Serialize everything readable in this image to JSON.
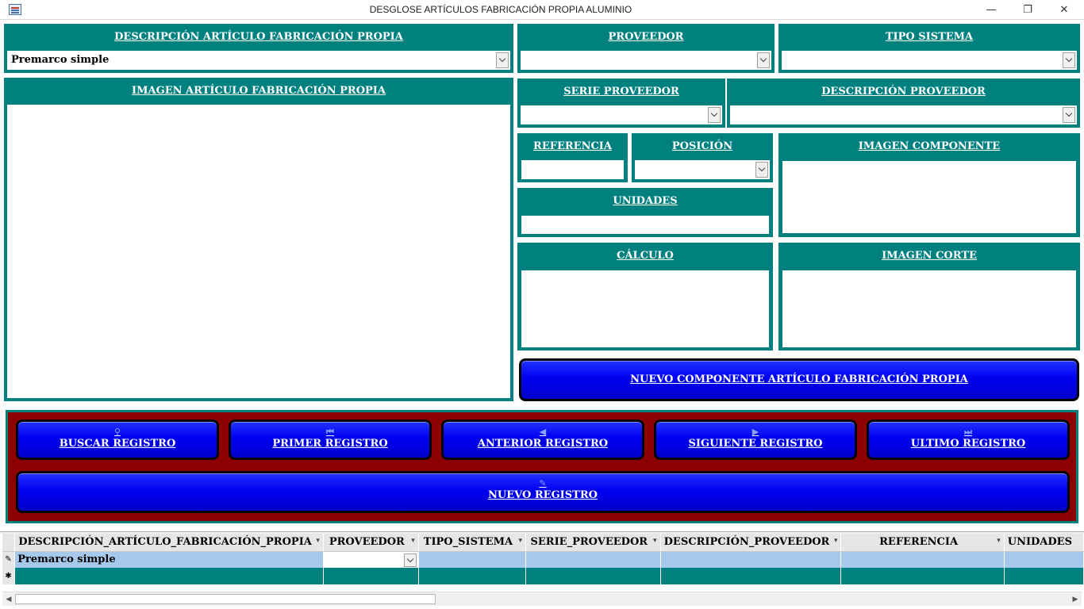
{
  "window": {
    "title": "DESGLOSE ARTÍCULOS FABRICACIÓN PROPIA ALUMINIO",
    "minimize_glyph": "—",
    "restore_glyph": "❐",
    "close_glyph": "✕"
  },
  "form": {
    "descripcion": {
      "label": "DESCRIPCIÓN  ARTÍCULO  FABRICACIÓN  PROPIA",
      "value": "Premarco simple"
    },
    "proveedor": {
      "label": "PROVEEDOR",
      "value": ""
    },
    "tipo_sistema": {
      "label": "TIPO  SISTEMA",
      "value": ""
    },
    "imagen_articulo": {
      "label": "IMAGEN  ARTÍCULO  FABRICACIÓN  PROPIA"
    },
    "serie_proveedor": {
      "label": "SERIE  PROVEEDOR",
      "value": ""
    },
    "descripcion_proveedor": {
      "label": "DESCRIPCIÓN  PROVEEDOR",
      "value": ""
    },
    "referencia": {
      "label": "REFERENCIA",
      "value": ""
    },
    "posicion": {
      "label": "POSICIÓN",
      "value": ""
    },
    "imagen_componente": {
      "label": "IMAGEN  COMPONENTE"
    },
    "unidades": {
      "label": "UNIDADES",
      "value": ""
    },
    "calculo": {
      "label": "CÁLCULO",
      "value": ""
    },
    "imagen_corte": {
      "label": "IMAGEN  CORTE"
    },
    "nuevo_componente_label": "NUEVO  COMPONENTE  ARTÍCULO  FABRICACIÓN  PROPIA"
  },
  "navigation": {
    "buscar": {
      "label": "BUSCAR  REGISTRO",
      "icon": "search-icon",
      "glyph": "⚲"
    },
    "primer": {
      "label": "PRIMER  REGISTRO",
      "icon": "first-record-icon",
      "glyph": "⏮"
    },
    "anterior": {
      "label": "ANTERIOR  REGISTRO",
      "icon": "previous-record-icon",
      "glyph": "◀"
    },
    "siguiente": {
      "label": "SIGUIENTE  REGISTRO",
      "icon": "next-record-icon",
      "glyph": "▶"
    },
    "ultimo": {
      "label": "ULTIMO  REGISTRO",
      "icon": "last-record-icon",
      "glyph": "⏭"
    },
    "nuevo": {
      "label": "NUEVO  REGISTRO",
      "icon": "pencil-icon",
      "glyph": "✎"
    }
  },
  "datasheet": {
    "columns": [
      "DESCRIPCIÓN_ARTÍCULO_FABRICACIÓN_PROPIA",
      "PROVEEDOR",
      "TIPO_SISTEMA",
      "SERIE_PROVEEDOR",
      "DESCRIPCIÓN_PROVEEDOR",
      "REFERENCIA",
      "UNIDADES"
    ],
    "sort_glyph": "▾",
    "rows": [
      {
        "selector": "✎",
        "descripcion": "Premarco simple",
        "proveedor": "",
        "tipo_sistema": "",
        "serie_proveedor": "",
        "descripcion_proveedor": "",
        "referencia": "",
        "unidades": ""
      }
    ],
    "new_row_selector": "✱"
  },
  "scrollbar": {
    "left_glyph": "◀",
    "right_glyph": "▶"
  },
  "colors": {
    "panel_teal": "#018080",
    "nav_background": "#8b0000",
    "button_blue": "#0000f0",
    "selected_row": "#a6c8ea"
  }
}
